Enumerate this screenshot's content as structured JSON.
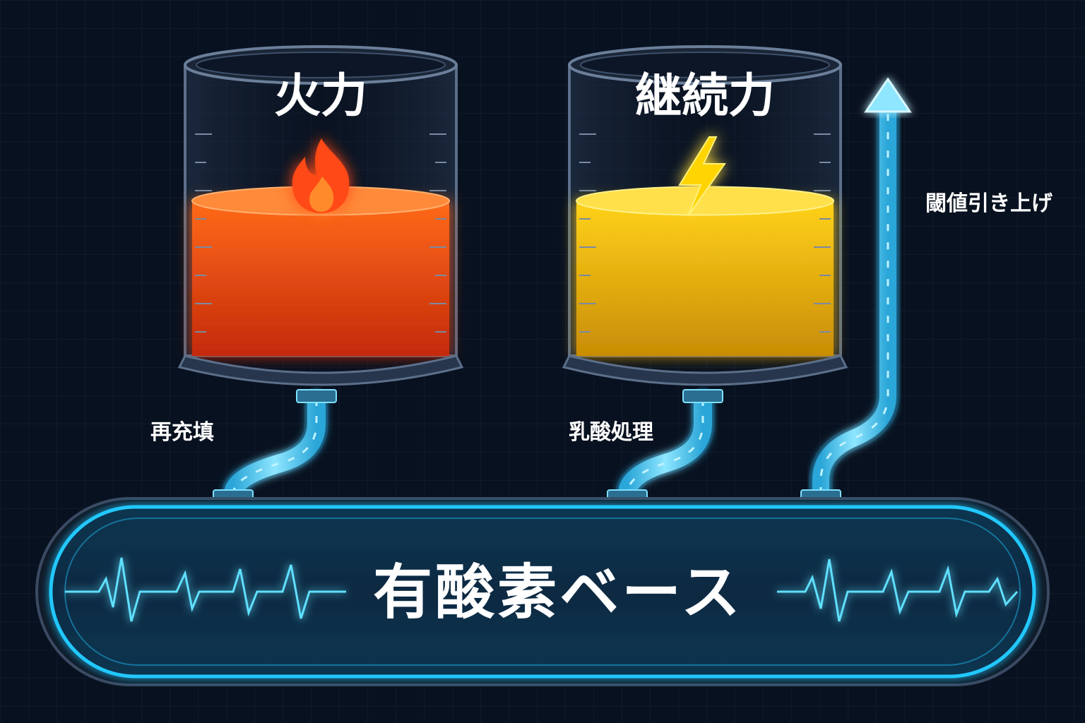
{
  "tanks": [
    {
      "id": "fire",
      "title": "火力",
      "icon": "flame-icon",
      "level": 0.62,
      "liquid_top": "#ff6a1a",
      "liquid_bottom": "#c92a0c",
      "glow": "#ff5a1f"
    },
    {
      "id": "endurance",
      "title": "継続力",
      "icon": "lightning-bolt-icon",
      "level": 0.62,
      "liquid_top": "#ffd21a",
      "liquid_bottom": "#c98f05",
      "glow": "#ffd000"
    }
  ],
  "flows": {
    "refill": "再充填",
    "lactate": "乳酸処理",
    "threshold": "閾値引き上げ"
  },
  "base": {
    "title": "有酸素ベース",
    "accent": "#22c8ff"
  },
  "colors": {
    "background": "#08111f",
    "grid": "#16243a",
    "pipe": "#5fd4ff"
  }
}
